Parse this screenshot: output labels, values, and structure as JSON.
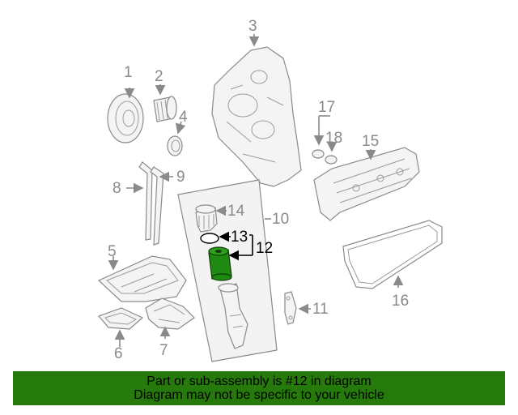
{
  "callouts": {
    "c1": "1",
    "c2": "2",
    "c3": "3",
    "c4": "4",
    "c5": "5",
    "c6": "6",
    "c7": "7",
    "c8": "8",
    "c9": "9",
    "c10": "10",
    "c11": "11",
    "c12": "12",
    "c13": "13",
    "c14": "14",
    "c15": "15",
    "c16": "16",
    "c17": "17",
    "c18": "18"
  },
  "highlight_part": "12",
  "colors": {
    "highlight_fill": "#1f8a12",
    "banner_bg": "#267a0b",
    "parts_stroke": "#8a8a8a"
  },
  "banner": {
    "line1": "Part or sub-assembly is #12 in diagram",
    "line2": "Diagram may not be specific to your vehicle"
  }
}
